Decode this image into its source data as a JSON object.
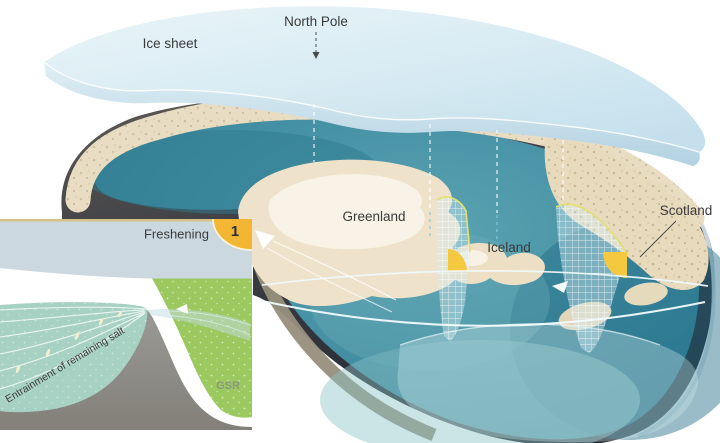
{
  "figure": {
    "labels": {
      "ice_sheet": "Ice sheet",
      "north_pole": "North Pole",
      "greenland": "Greenland",
      "iceland": "Iceland",
      "scotland": "Scotland"
    },
    "inset": {
      "freshening": "Freshening",
      "step_number": "1",
      "entrainment": "Entrainment of remaining salt",
      "ridge_acronym": "GSR"
    },
    "colors": {
      "badge_yellow": "#f2b632",
      "overflow_wedge_yellow": "#f5c93f",
      "ocean_teal": "#4d95a6",
      "ice_blue": "#d9ecf3",
      "land_cream": "#e9dec6",
      "inset_surface_band": "#ccd8e0",
      "inset_salty_teal": "#a7d1c2",
      "inset_fresh_green": "#9cc95f",
      "inset_ridge_gray": "#918f8c"
    }
  }
}
